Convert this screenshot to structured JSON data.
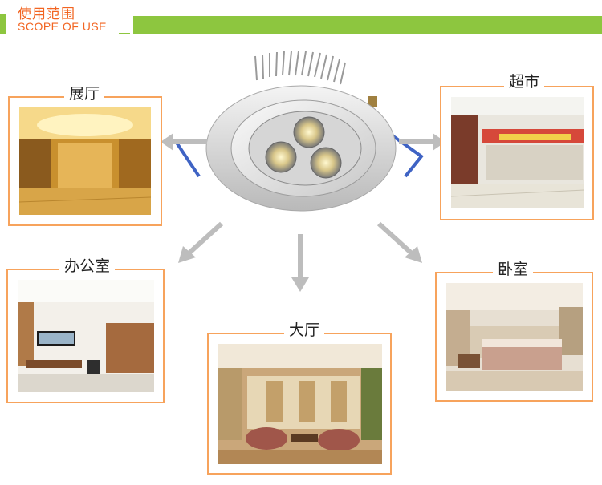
{
  "header": {
    "title_cn": "使用范围",
    "title_en": "SCOPE OF USE",
    "accent_color": "#8dc63f",
    "text_color": "#f26522"
  },
  "product": {
    "icon": "led-downlight-3-bulb"
  },
  "cards": {
    "hall": {
      "label": "展厅"
    },
    "supermarket": {
      "label": "超市"
    },
    "office": {
      "label": "办公室"
    },
    "lobby": {
      "label": "大厅"
    },
    "bedroom": {
      "label": "卧室"
    }
  },
  "card_border_color": "#f7a35c"
}
